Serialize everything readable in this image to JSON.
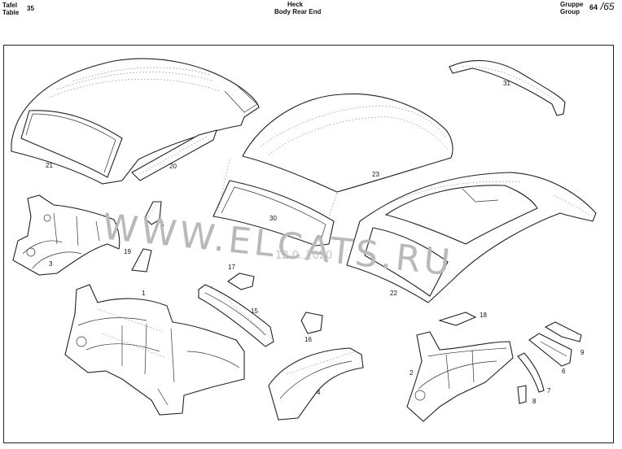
{
  "header": {
    "tafel": "Tafel",
    "table": "Table",
    "table_number": "35",
    "title_de": "Heck",
    "title_en": "Body Rear End",
    "gruppe": "Gruppe",
    "group": "Group",
    "group_number": "64",
    "group_number_hand": "65"
  },
  "watermark": {
    "text": "WWW.ELCATS.RU",
    "date": "12.0..2020"
  },
  "callouts": {
    "p1": "1",
    "p2": "2",
    "p3": "3",
    "p4": "4",
    "p5": "5",
    "p6": "6",
    "p7": "7",
    "p8": "8",
    "p9": "9",
    "p15": "15",
    "p16": "16",
    "p17": "17",
    "p18": "18",
    "p19": "19",
    "p20": "20",
    "p21": "21",
    "p22": "22",
    "p23": "23",
    "p30": "30",
    "p31": "31"
  }
}
